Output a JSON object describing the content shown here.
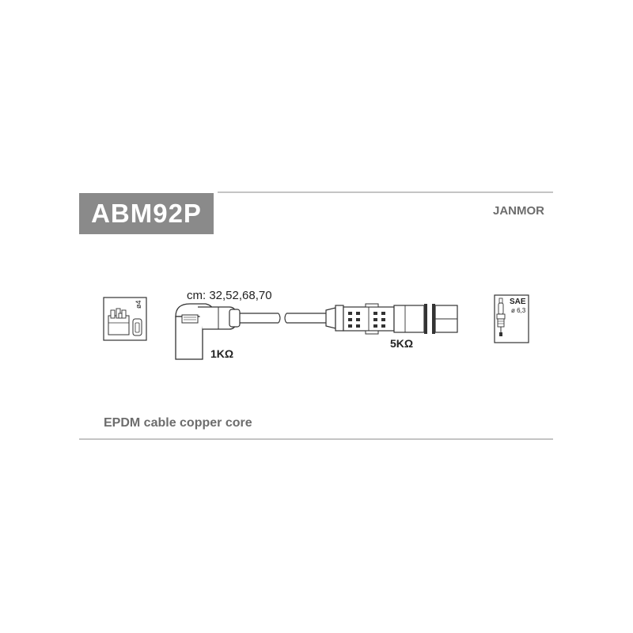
{
  "product": {
    "code": "ABM92P",
    "brand": "JANMOR",
    "description": "EPDM cable copper core"
  },
  "cable": {
    "lengths_label": "cm: 32,52,68,70",
    "resistance_coil_end": "1KΩ",
    "resistance_plug_end": "5KΩ"
  },
  "icons": {
    "distributor": {
      "name": "distributor-cap-icon",
      "label": "ø4"
    },
    "spark_plug": {
      "name": "spark-plug-icon",
      "label": "SAE",
      "sublabel": "ø 6,3"
    }
  },
  "colors": {
    "title_bg": "#8a8a8a",
    "rule": "#c4c4c4",
    "brand_text": "#6d6d6d"
  }
}
